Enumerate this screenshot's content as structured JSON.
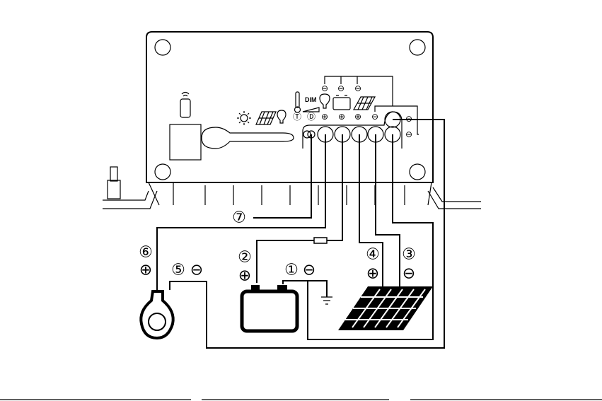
{
  "controller": {
    "dim_label": "DIM"
  },
  "terminals": {
    "top_symbols": [
      "⊖",
      "⊖",
      "⊖"
    ],
    "row_symbols": [
      "Ⓣ",
      "Ⓓ",
      "⊕",
      "⊕",
      "⊕",
      "⊖"
    ],
    "side_symbols": [
      "⊖",
      "⊖"
    ]
  },
  "labels": {
    "n1": "①",
    "n1_sign": "⊖",
    "n2": "②",
    "n2_sign": "⊕",
    "n3": "③",
    "n3_sign": "⊖",
    "n4": "④",
    "n4_sign": "⊕",
    "n5": "⑤",
    "n5_sign": "⊖",
    "n6": "⑥",
    "n6_sign": "⊕",
    "n7": "⑦"
  }
}
